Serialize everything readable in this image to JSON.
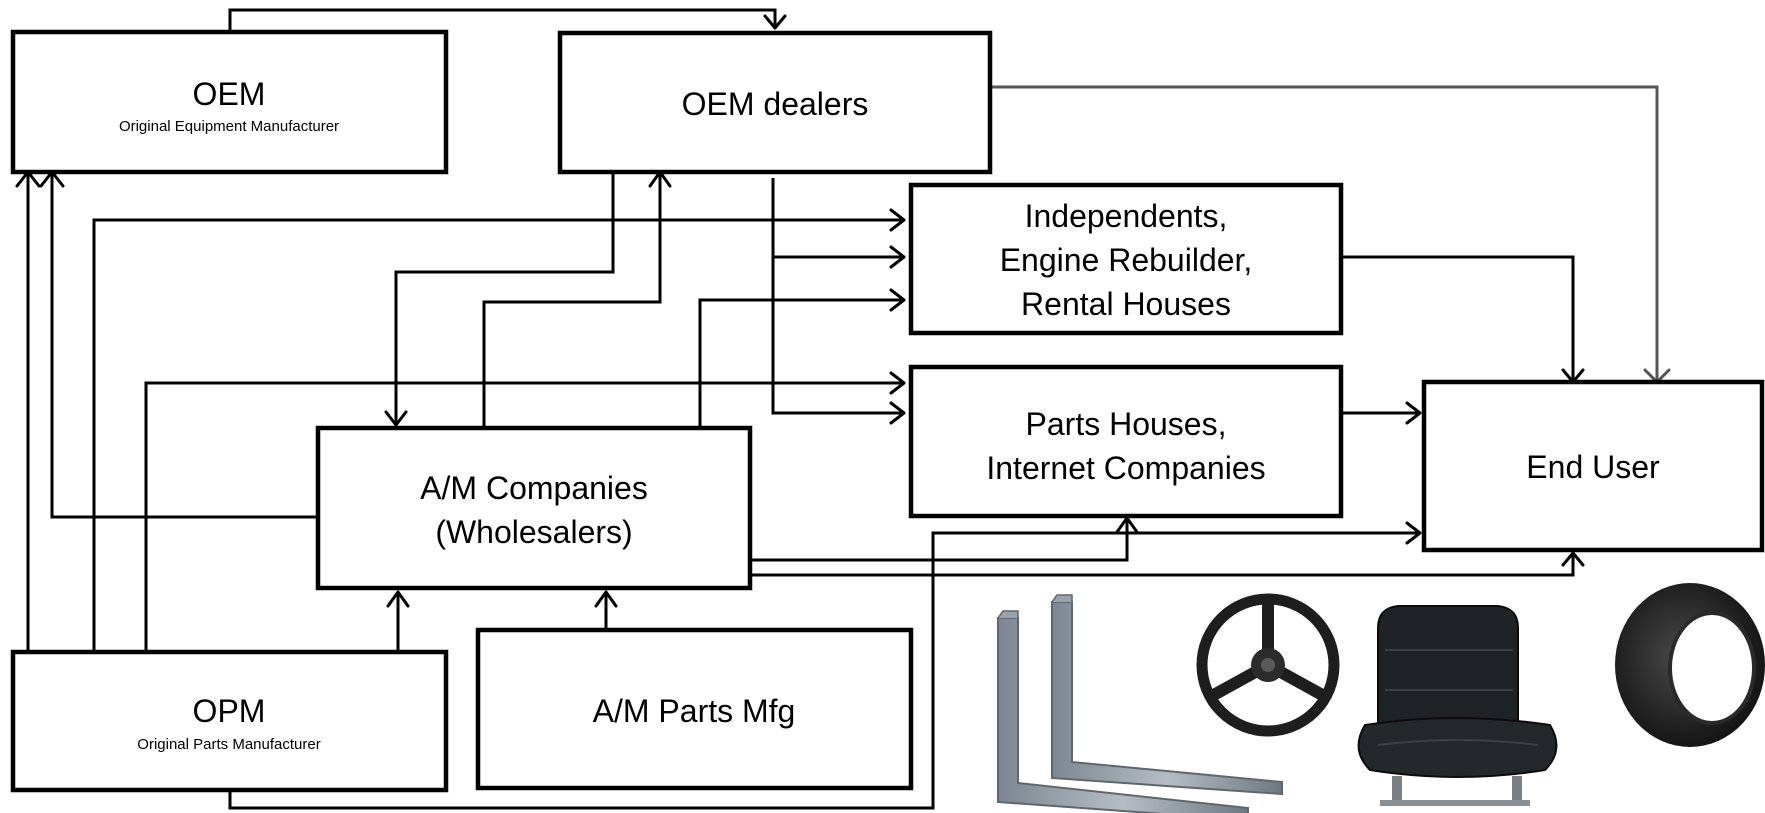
{
  "nodes": {
    "oem": {
      "title": "OEM",
      "subtitle": "Original  Equipment Manufacturer"
    },
    "oem_dealers": {
      "title": "OEM dealers"
    },
    "independents": {
      "lines": [
        "Independents,",
        "Engine Rebuilder,",
        "Rental Houses"
      ]
    },
    "parts_houses": {
      "lines": [
        "Parts Houses,",
        "Internet Companies"
      ]
    },
    "end_user": {
      "title": "End User"
    },
    "am_companies": {
      "lines": [
        "A/M Companies",
        "(Wholesalers)"
      ]
    },
    "opm": {
      "title": "OPM",
      "subtitle": "Original Parts Manufacturer"
    },
    "am_parts_mfg": {
      "title": "A/M Parts Mfg"
    }
  },
  "images": [
    "forklift-forks",
    "steering-wheel",
    "forklift-seat",
    "solid-tire"
  ],
  "colors": {
    "line": "#000000",
    "line_gray": "#555555"
  }
}
